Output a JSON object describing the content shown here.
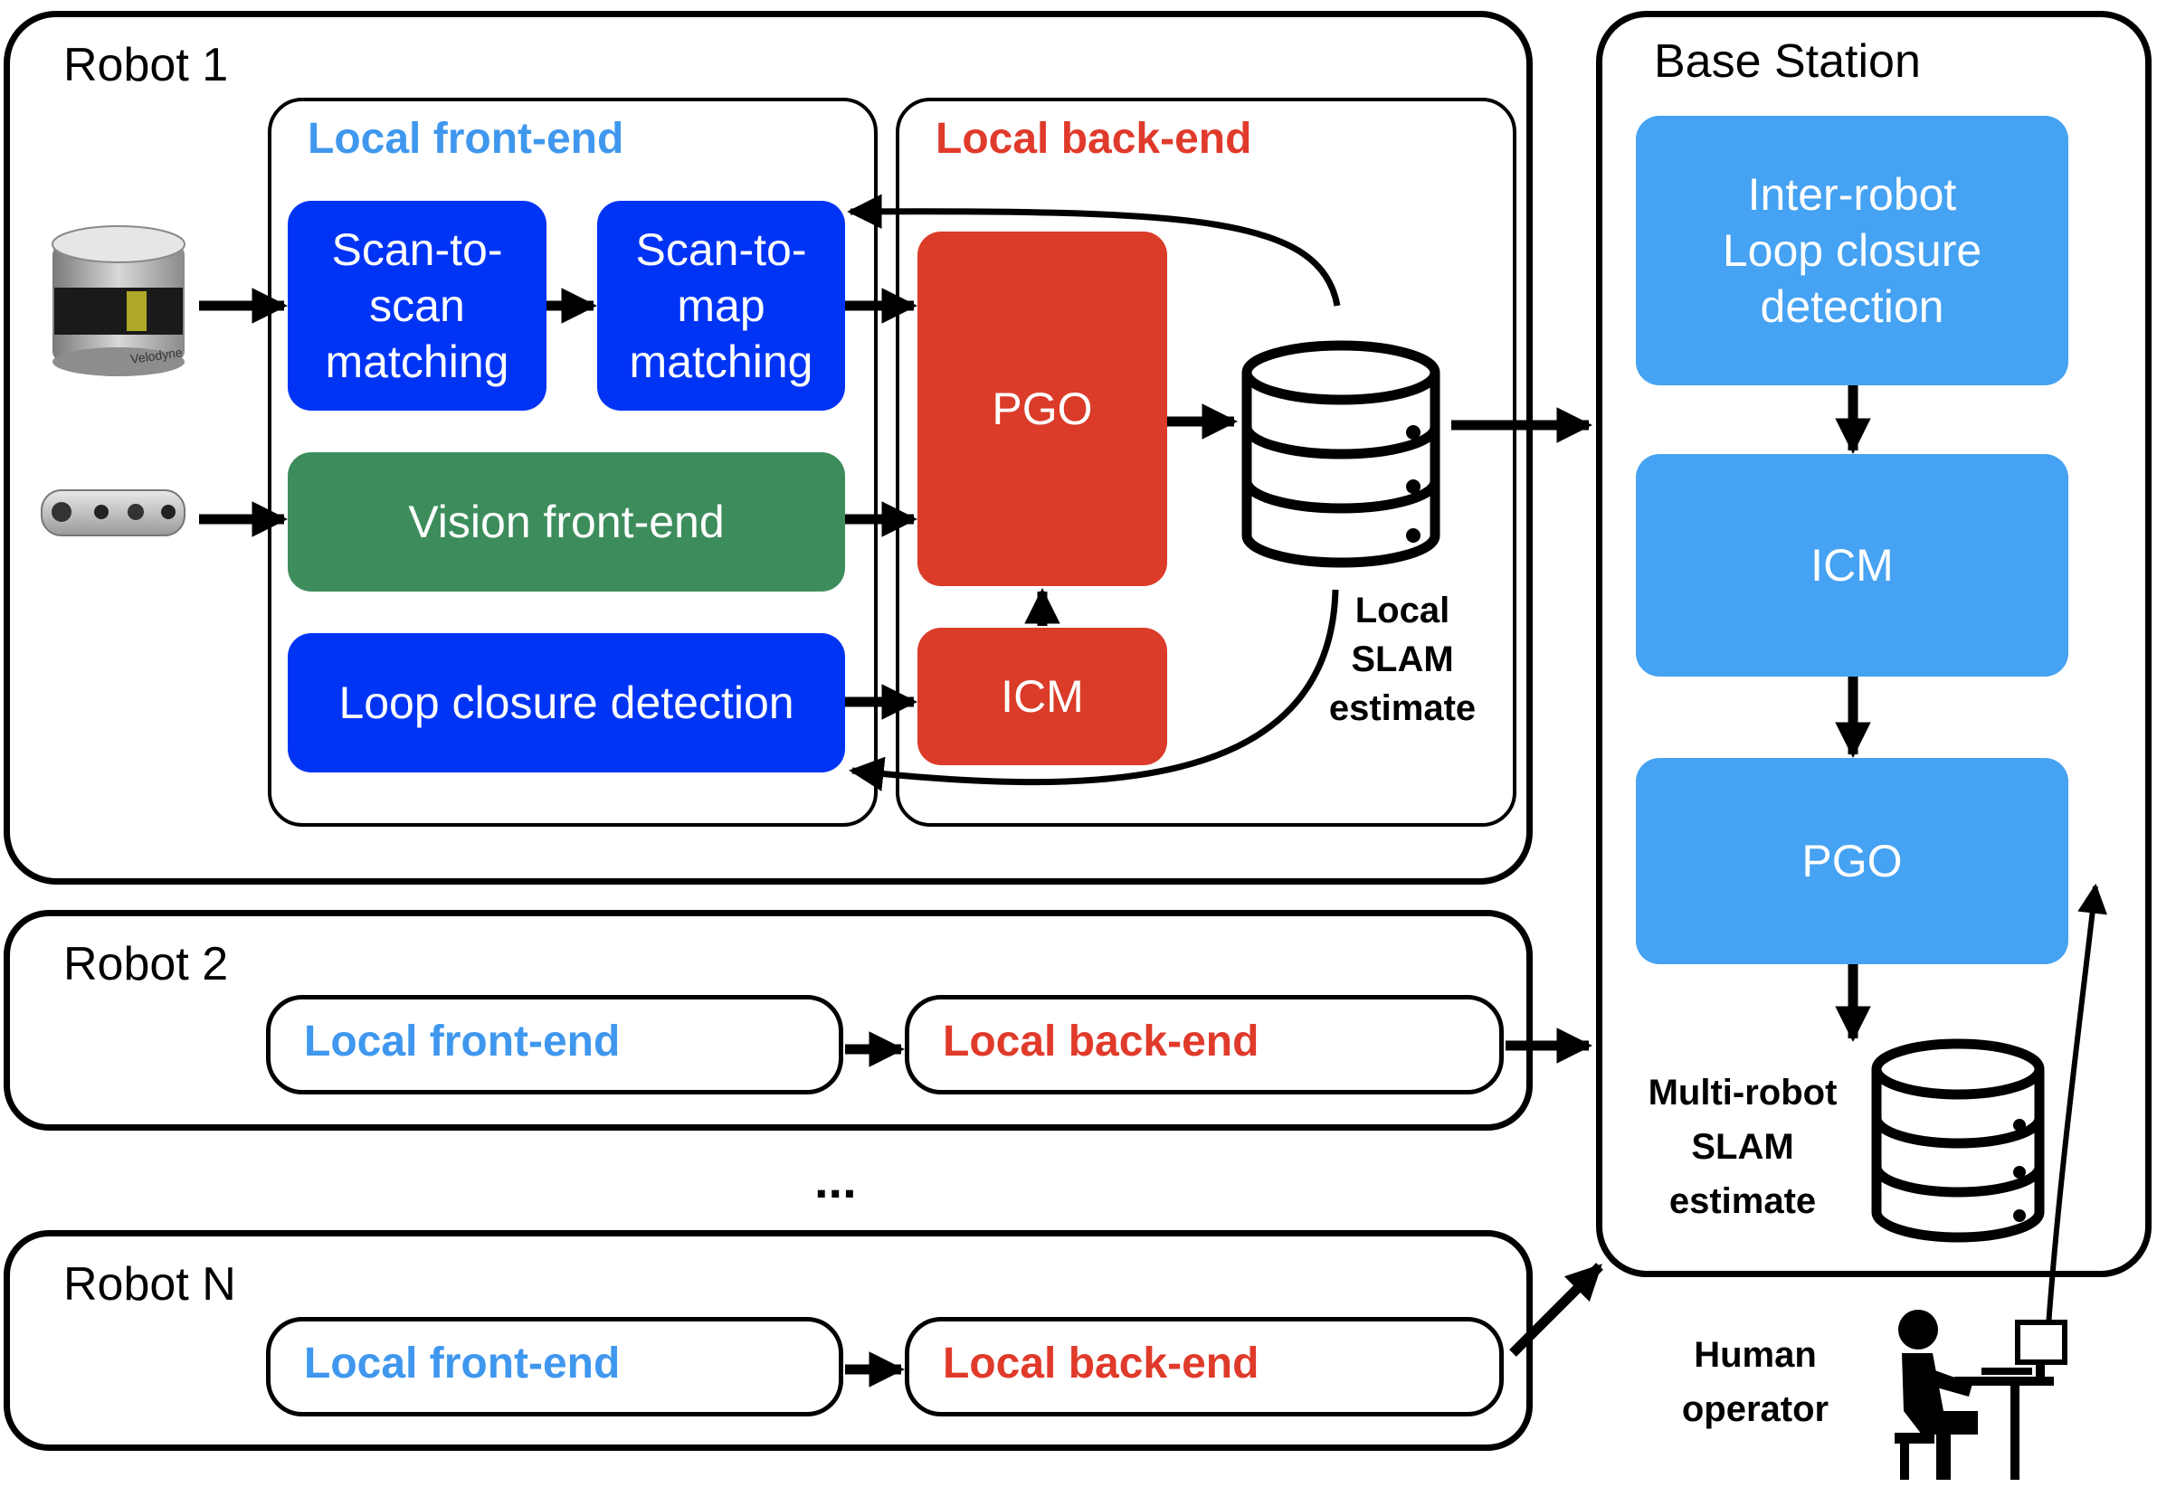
{
  "colors": {
    "blue_block": "#0034f5",
    "green_block": "#3d8d5c",
    "red_block": "#db3b29",
    "base_block": "#46a2f2",
    "frontend_text": "#3f97ee",
    "backend_text": "#e03a2b"
  },
  "robot1": {
    "title": "Robot 1",
    "frontend_header": "Local front-end",
    "backend_header": "Local back-end",
    "scan_to_scan": "Scan-to-\nscan\nmatching",
    "scan_to_map": "Scan-to-\nmap\nmatching",
    "vision_frontend": "Vision front-end",
    "loop_closure": "Loop closure detection",
    "pgo": "PGO",
    "icm": "ICM",
    "slam_label": "Local\nSLAM\nestimate",
    "lidar_brand": "Velodyne"
  },
  "robot2": {
    "title": "Robot 2",
    "frontend": "Local front-end",
    "backend": "Local back-end"
  },
  "ellipsis": "...",
  "robotN": {
    "title": "Robot N",
    "frontend": "Local front-end",
    "backend": "Local back-end"
  },
  "base_station": {
    "title": "Base Station",
    "inter_robot": "Inter-robot\nLoop closure\ndetection",
    "icm": "ICM",
    "pgo": "PGO",
    "slam_label": "Multi-robot\nSLAM\nestimate"
  },
  "human": {
    "label": "Human\noperator"
  }
}
